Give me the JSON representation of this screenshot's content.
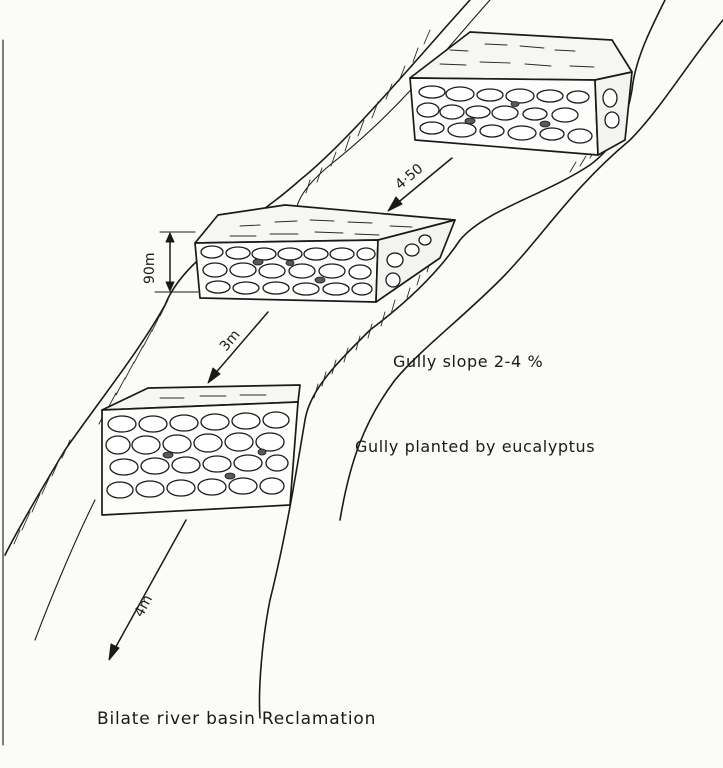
{
  "labels": {
    "slope": "Gully slope 2-4 %",
    "planting": "Gully planted by eucalyptus",
    "caption": "Bilate river basin Reclamation"
  },
  "dimensions": {
    "spacing_top": "4·50",
    "height": "90m",
    "spacing_middle": "3m",
    "spacing_bottom": "4m"
  },
  "structures": [
    {
      "name": "upper gabion check dam"
    },
    {
      "name": "middle gabion check dam"
    },
    {
      "name": "lower gabion check dam"
    }
  ],
  "colors": {
    "ink": "#1a1a1a",
    "paper": "#fbfbf8"
  }
}
